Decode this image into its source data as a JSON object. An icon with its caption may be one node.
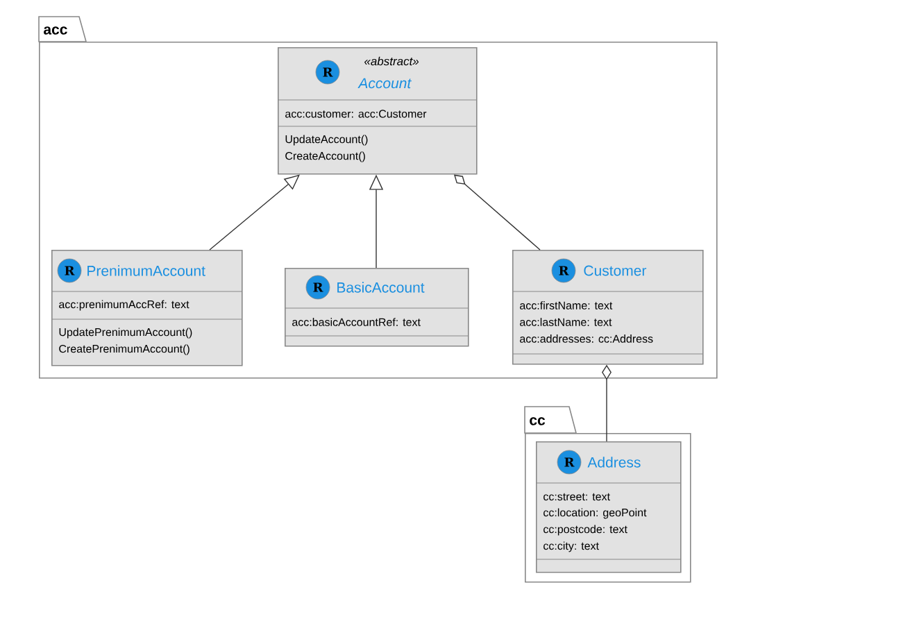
{
  "diagram": {
    "nodes": [
      {
        "text": [
          "acc"
        ]
      },
      {
        "text": [
          "R",
          "«abstract»",
          "Account",
          "acc:customer: acc:Customer",
          "UpdateAccount()",
          "CreateAccount()"
        ],
        "in": 0
      },
      {
        "text": [
          "R",
          "PrenimumAccount",
          "acc:prenimumAccRef: text",
          "UpdatePrenimumAccount()",
          "CreatePrenimumAccount()"
        ],
        "in": 0
      },
      {
        "text": [
          "R",
          "BasicAccount",
          "acc:basicAccountRef: text"
        ],
        "in": 0
      },
      {
        "text": [
          "R",
          "Customer",
          "acc:firstName: text",
          "acc:lastName: text",
          "acc:addresses: cc:Address"
        ],
        "in": 0
      },
      {
        "text": [
          "cc"
        ]
      },
      {
        "text": [
          "R",
          "Address",
          "cc:street: text",
          "cc:location: geoPoint",
          "cc:postcode: text",
          "cc:city: text"
        ],
        "in": 5
      }
    ],
    "edges": [
      {
        "from": 2,
        "to": 1,
        "arrow": "to"
      },
      {
        "from": 3,
        "to": 1,
        "arrow": "to"
      },
      {
        "from": 1,
        "to": 4,
        "arrow": "other"
      },
      {
        "from": 4,
        "to": 6,
        "arrow": "other"
      }
    ]
  }
}
